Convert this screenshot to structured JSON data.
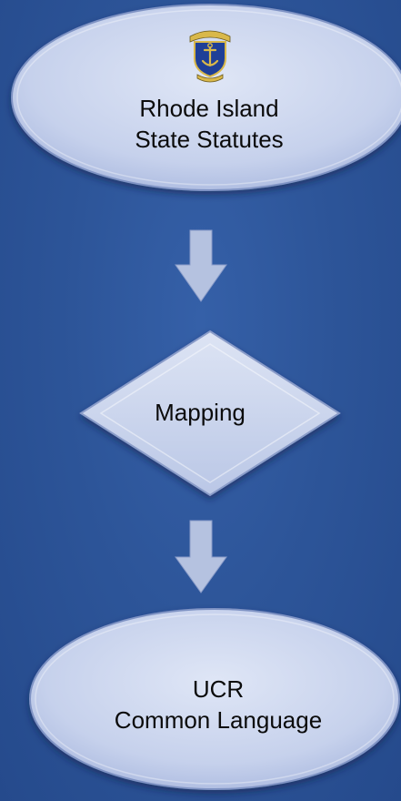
{
  "background_color": "#2d5599",
  "node_fill": "#c9d3ec",
  "arrow_color": "#b3c0de",
  "nodes": {
    "top": {
      "shape": "ellipse",
      "icon": "rhode-island-seal-icon",
      "line1": "Rhode Island",
      "line2": "State Statutes"
    },
    "middle": {
      "shape": "diamond",
      "line1": "Mapping"
    },
    "bottom": {
      "shape": "ellipse",
      "line1": "UCR",
      "line2": "Common Language"
    }
  }
}
